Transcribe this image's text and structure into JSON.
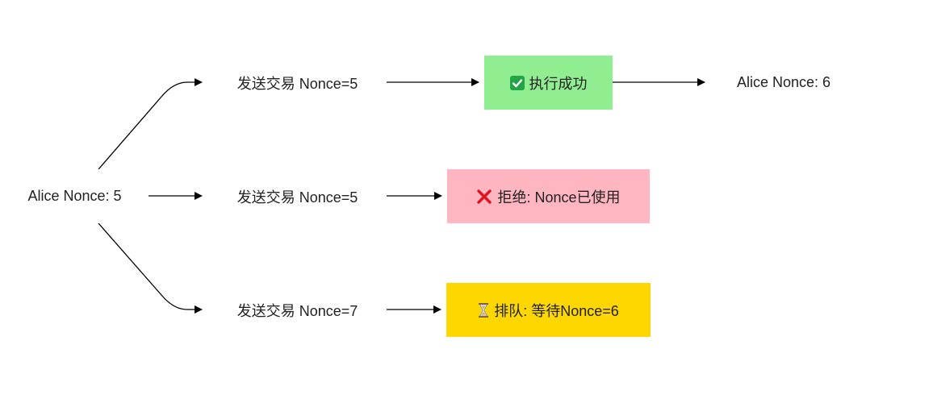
{
  "nodes": {
    "start": {
      "label": "Alice Nonce: 5"
    },
    "tx_top": {
      "label": "发送交易 Nonce=5"
    },
    "tx_mid": {
      "label": "发送交易 Nonce=5"
    },
    "tx_bot": {
      "label": "发送交易 Nonce=7"
    },
    "success": {
      "label": "执行成功",
      "icon": "check-icon",
      "color": "#90ee90"
    },
    "reject": {
      "label": "拒绝: Nonce已使用",
      "icon": "cross-icon",
      "color": "#ffb6c1"
    },
    "queue": {
      "label": "排队: 等待Nonce=6",
      "icon": "hourglass-icon",
      "color": "#ffd700"
    },
    "result": {
      "label": "Alice Nonce: 6"
    }
  },
  "colors": {
    "border_start": "#2a4fd6",
    "border_end": "#e0245e",
    "edge": "#000000"
  }
}
